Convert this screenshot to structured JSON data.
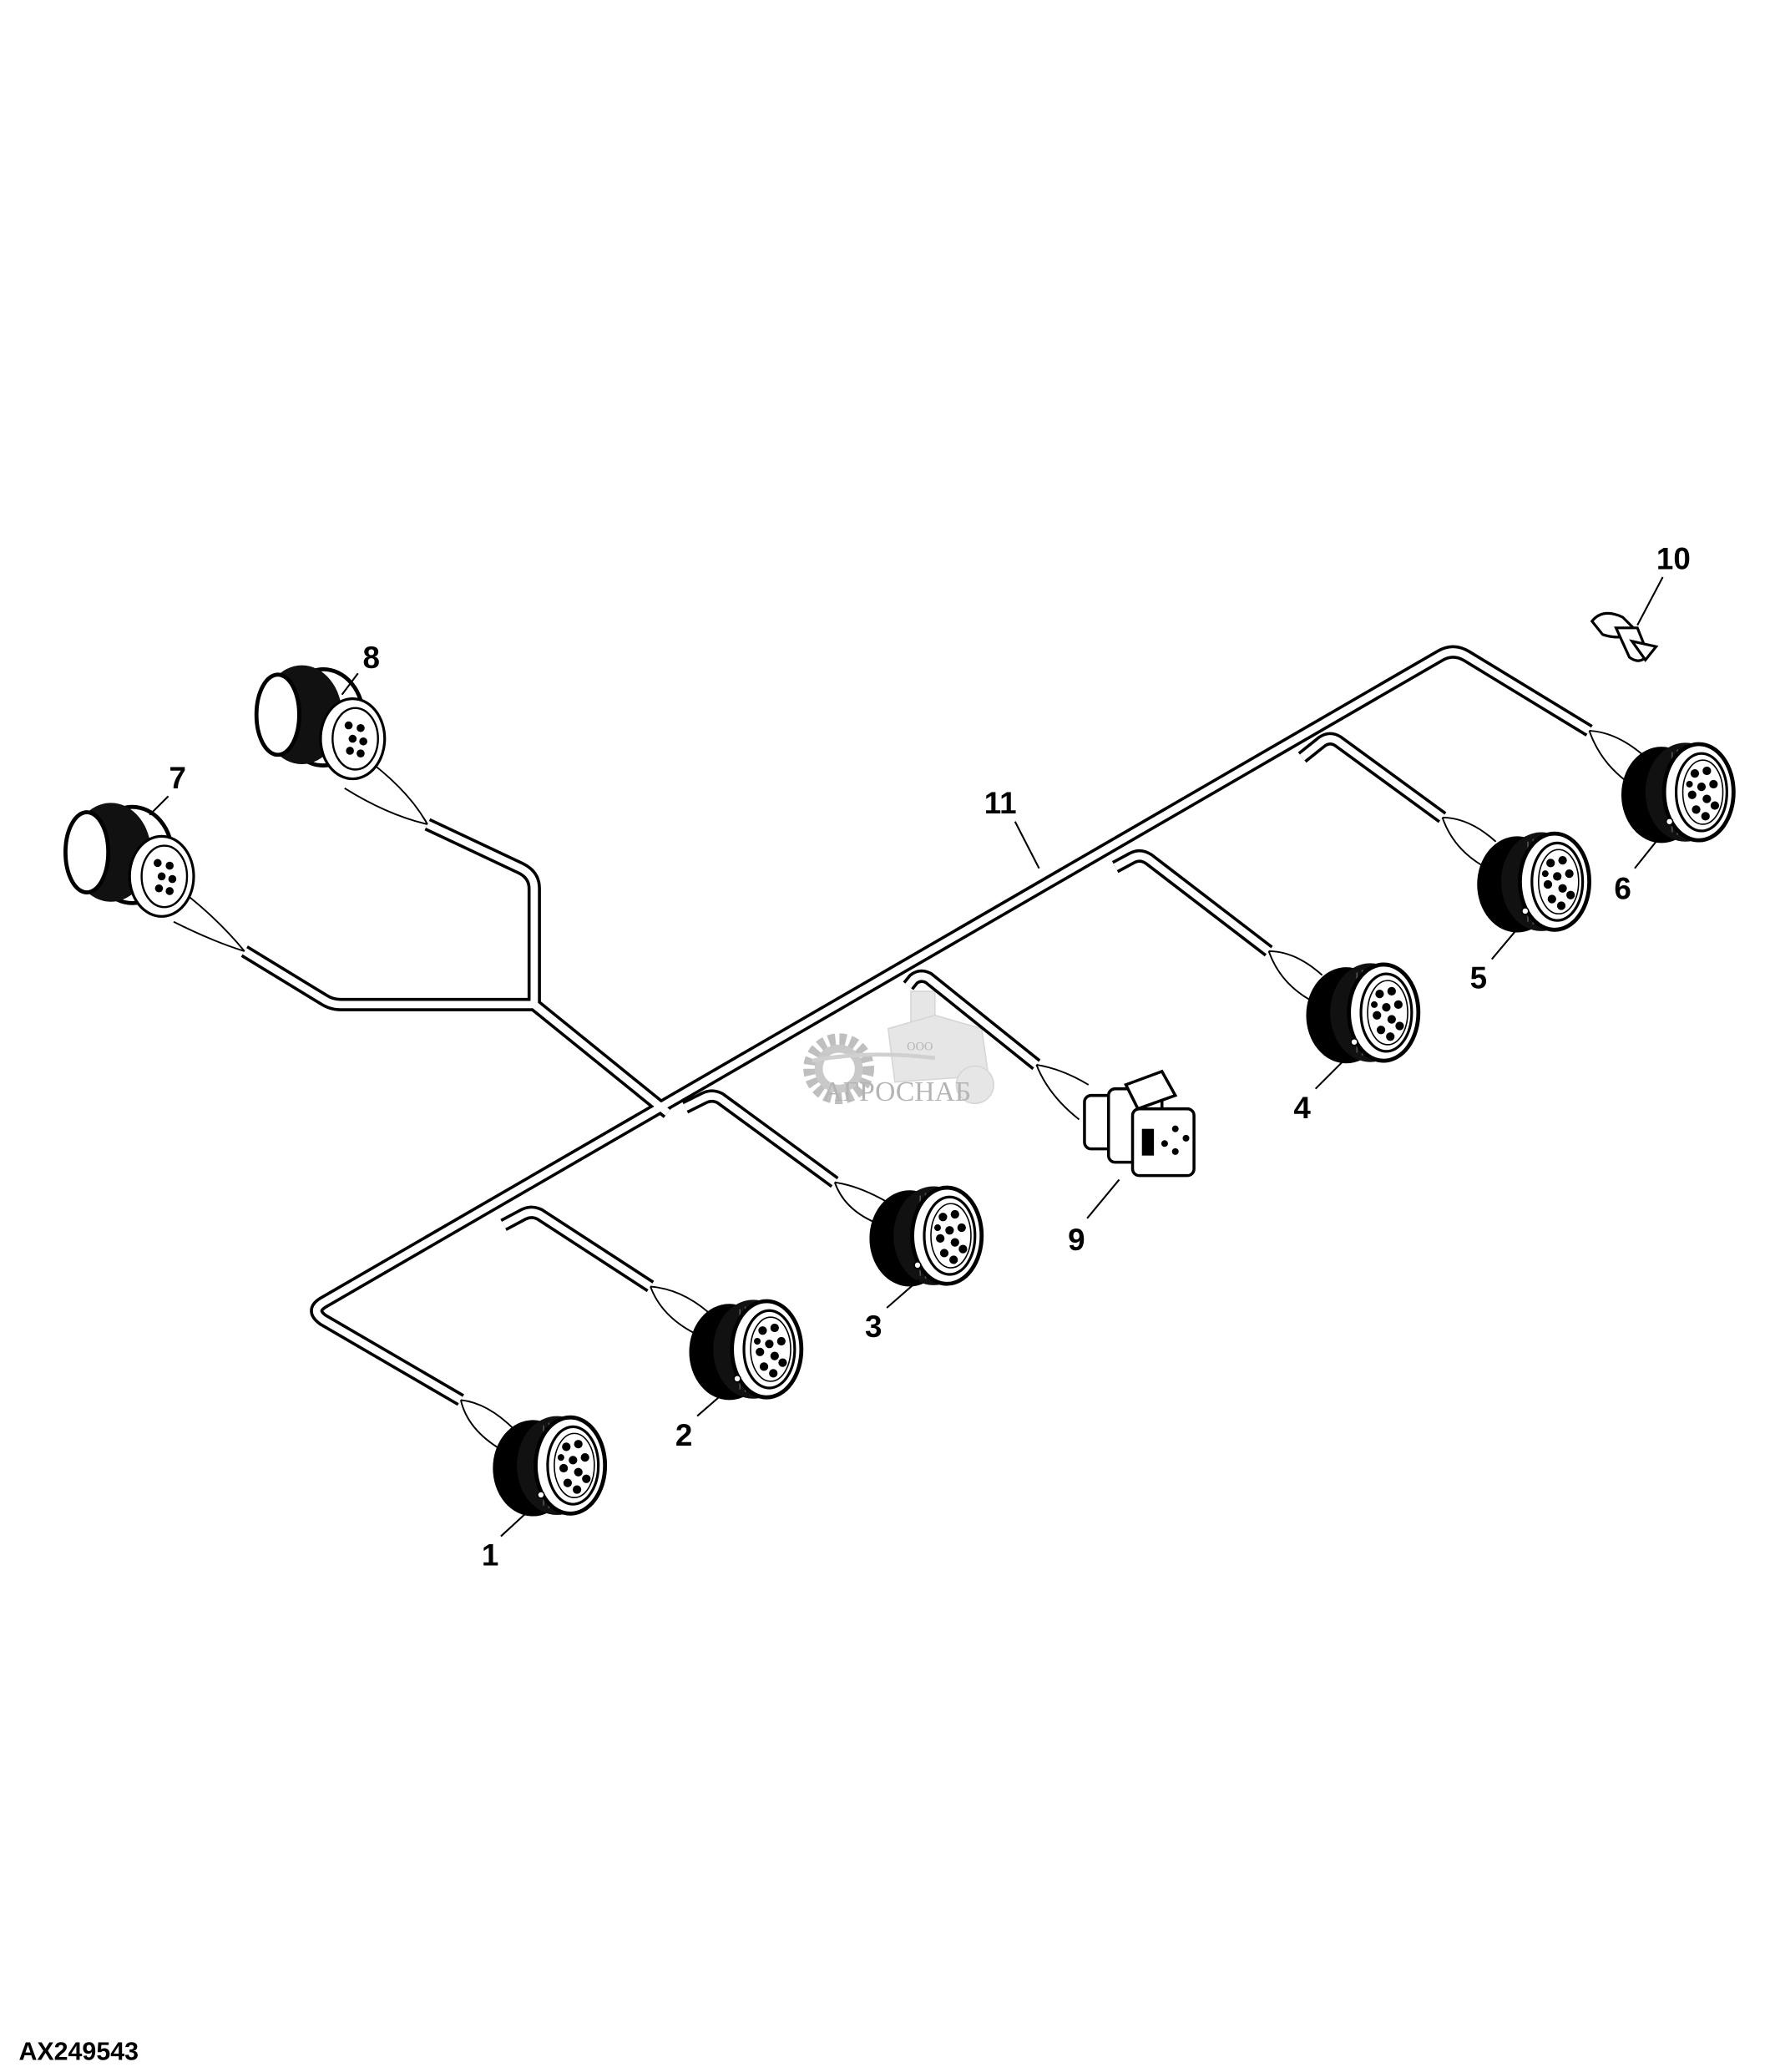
{
  "figure": {
    "id": "AX249543",
    "callouts": {
      "c1": "1",
      "c2": "2",
      "c3": "3",
      "c4": "4",
      "c5": "5",
      "c6": "6",
      "c7": "7",
      "c8": "8",
      "c9": "9",
      "c10": "10",
      "c11": "11"
    }
  },
  "watermark": {
    "prefix": "ООО",
    "name": "АГРОСНАБ"
  }
}
